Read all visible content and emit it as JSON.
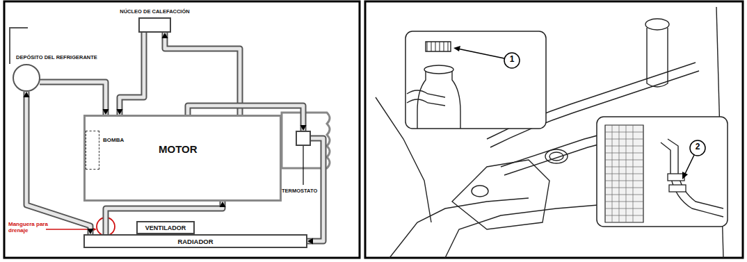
{
  "diagram": {
    "nodes": [
      {
        "text": [
          "NÚCLEO DE CALEFACCIÓN"
        ]
      },
      {
        "text": [
          "DEPÓSITO DEL REFRIGERANTE"
        ]
      },
      {
        "text": [
          "MOTOR"
        ]
      },
      {
        "text": [
          "BOMBA"
        ],
        "in": 2
      },
      {
        "text": [
          "TERMOSTATO"
        ]
      },
      {
        "text": [
          "VENTILADOR"
        ]
      },
      {
        "text": [
          "RADIADOR"
        ]
      }
    ],
    "edges": [
      {
        "from": 1,
        "to": 2,
        "arrow": "to"
      },
      {
        "from": 0,
        "to": 2,
        "arrow": "to"
      },
      {
        "from": 2,
        "to": 0,
        "arrow": "to"
      },
      {
        "from": 6,
        "to": 1,
        "arrow": "both"
      },
      {
        "from": 6,
        "to": 2,
        "arrow": "to"
      },
      {
        "from": 2,
        "to": 4,
        "arrow": "to"
      },
      {
        "from": 4,
        "to": 6,
        "arrow": "to"
      }
    ],
    "labels": [
      "Manguera para drenaje",
      "1",
      "2"
    ]
  }
}
